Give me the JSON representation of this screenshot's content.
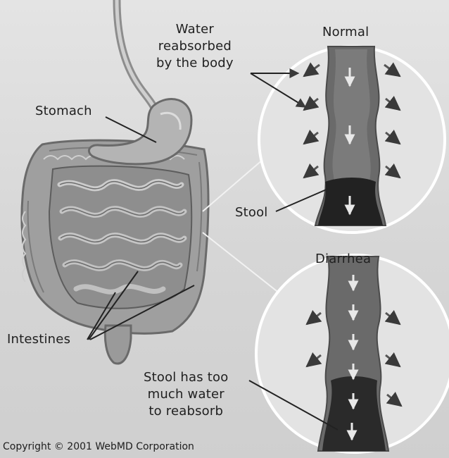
{
  "labels": {
    "water": "Water\nreabsorbed\nby the body",
    "normal": "Normal",
    "stomach": "Stomach",
    "stool": "Stool",
    "diarrhea": "Diarrhea",
    "intestines": "Intestines",
    "stool_water": "Stool has too\nmuch water\nto reabsorb"
  },
  "copyright": "Copyright © 2001 WebMD Corporation",
  "colors": {
    "background": "#d9d9d9",
    "organ": "#a9a9a9",
    "organ_dark": "#6f6f6f",
    "circle_fill": "#e6e6e6",
    "colon_fill": "#5c5c5c",
    "stool_fill": "#1f1f1f",
    "label_text": "#202020"
  }
}
